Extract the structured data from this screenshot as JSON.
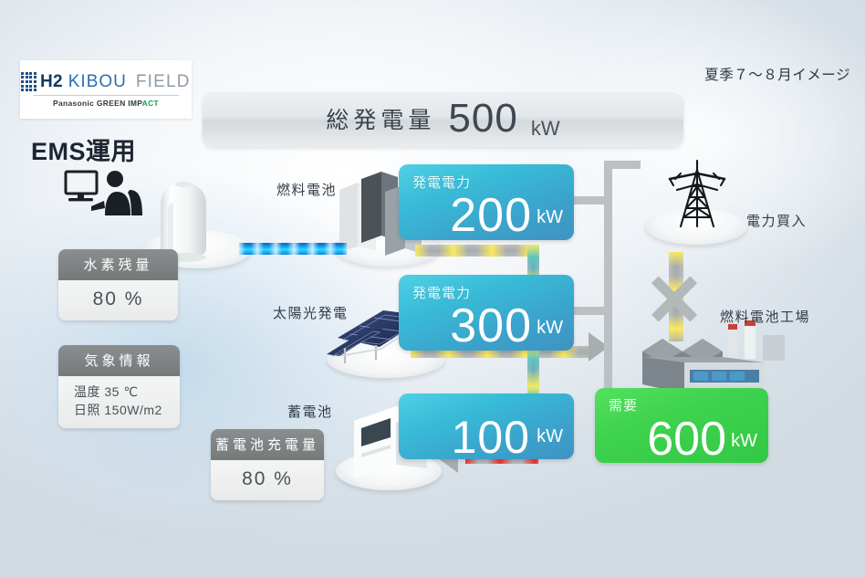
{
  "header": {
    "logo": {
      "dots_icon": "grid-dots-icon",
      "h2": "H2",
      "kibou": "KIBOU",
      "field": "FIELD",
      "tagline_brand": "Panasonic",
      "tagline_green": "GREEN",
      "tagline_impact_a": "IMP",
      "tagline_impact_b": "ACT"
    },
    "ems_title": "EMS運用",
    "ems_icon": "operator-at-monitor-icon",
    "season_note": "夏季７～８月イメージ"
  },
  "total": {
    "label": "総発電量",
    "value": "500",
    "unit": "kW"
  },
  "cards": [
    {
      "name": "hydrogen-remaining",
      "title": "水素残量",
      "value": "80 %"
    },
    {
      "name": "weather-info",
      "title": "気象情報",
      "rows": [
        {
          "key": "温度",
          "val": "35 ℃"
        },
        {
          "key": "日照",
          "val": "150W/m2"
        }
      ]
    },
    {
      "name": "battery-charge",
      "title": "蓄電池充電量",
      "value": "80 %"
    }
  ],
  "sources": {
    "fuel_cell": {
      "label": "燃料電池",
      "box_label": "発電電力",
      "value": "200",
      "unit": "kW",
      "icon": "fuel-cell-stack-icon"
    },
    "solar": {
      "label": "太陽光発電",
      "box_label": "発電電力",
      "value": "300",
      "unit": "kW",
      "icon": "solar-panel-icon"
    },
    "battery": {
      "label": "蓄電池",
      "box_label": "",
      "value": "100",
      "unit": "kW",
      "icon": "battery-cabinet-icon"
    }
  },
  "grid": {
    "label": "電力買入",
    "icon": "transmission-tower-icon",
    "blocked_icon": "x-cross-icon"
  },
  "demand": {
    "factory_label": "燃料電池工場",
    "factory_icon": "factory-icon",
    "box_label": "需要",
    "value": "600",
    "unit": "kW"
  },
  "equipment": {
    "hydrogen_tank_icon": "hydrogen-tank-icon"
  },
  "flows": [
    {
      "name": "hydrogen-to-fuelcell",
      "color": "#11a8ef",
      "direction": "right"
    },
    {
      "name": "fuelcell-to-bus",
      "color": "#ffec5a",
      "direction": "right"
    },
    {
      "name": "solar-to-bus",
      "color": "#ffec5a",
      "direction": "right"
    },
    {
      "name": "bus-to-factory",
      "color": "#ffec5a",
      "direction": "right"
    },
    {
      "name": "bus-to-battery",
      "color": "#ff281e",
      "direction": "left"
    },
    {
      "name": "grid-purchase-blocked",
      "color": "#ffec5a",
      "direction": "down"
    }
  ],
  "colors": {
    "power_box": "#3ba2cb",
    "demand_box": "#33c845",
    "card_header": "#7a7e7f",
    "flow_yellow": "#ffec5a",
    "flow_blue": "#11a8ef",
    "flow_red": "#ff281e"
  }
}
